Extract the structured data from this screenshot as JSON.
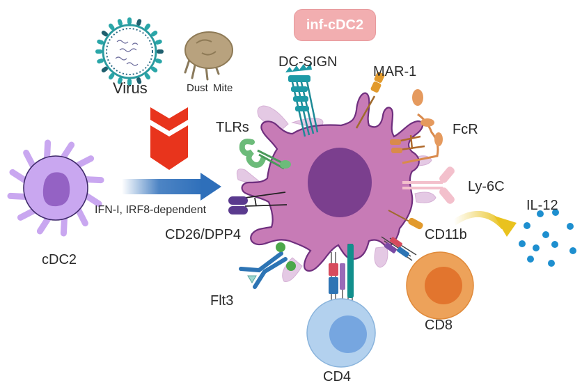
{
  "title_badge": "inf-cDC2",
  "stimuli": {
    "virus": "Virus",
    "dust_mite": "Dust Mite"
  },
  "source_cell": {
    "label": "cDC2"
  },
  "transition": {
    "label": "IFN-I, IRF8-dependent"
  },
  "markers": {
    "dc_sign": "DC-SIGN",
    "mar1": "MAR-1",
    "tlrs": "TLRs",
    "fcr": "FcR",
    "ly6c": "Ly-6C",
    "cd26": "CD26/DPP4",
    "cd11b": "CD11b",
    "flt3": "Flt3"
  },
  "t_cells": {
    "cd4": "CD4",
    "cd8": "CD8"
  },
  "cytokine": {
    "label": "IL-12"
  },
  "colors": {
    "inf_cdc2_body": "#c77bb6",
    "inf_cdc2_nucleus": "#7b3f8e",
    "cdc2_body": "#c9a7f0",
    "cdc2_nucleus": "#9462c4",
    "badge": "#f2aeb0",
    "arrow_blue": "#2e6fba",
    "chevron_red": "#e8341c",
    "cd4_cell": "#b3d1ee",
    "cd8_cell": "#eda25a",
    "il12_dots": "#1e8fcf",
    "yellow_arrow": "#e9c21e"
  }
}
